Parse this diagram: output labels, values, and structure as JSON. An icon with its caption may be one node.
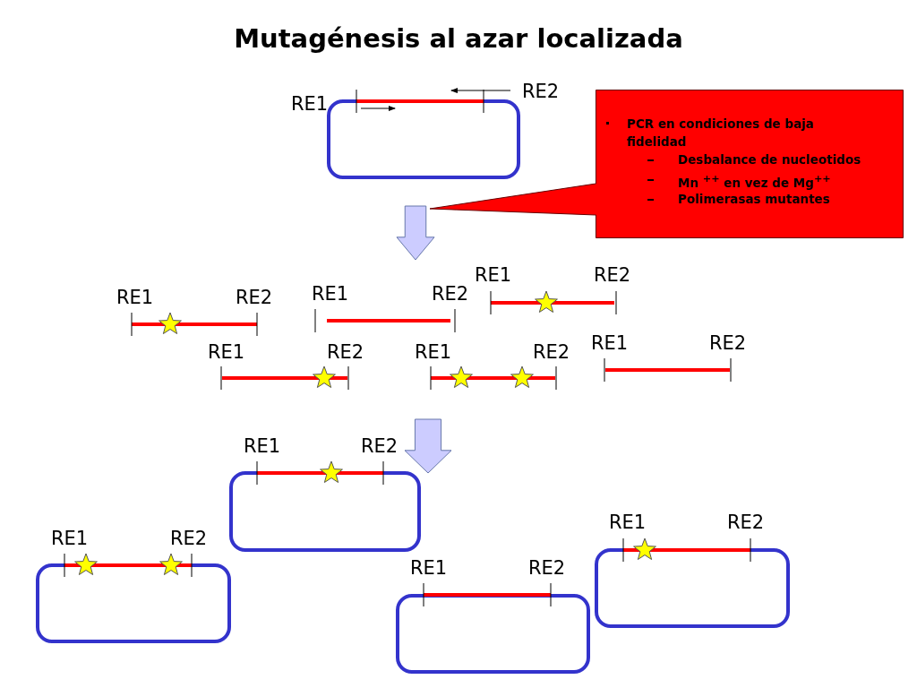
{
  "diagram": {
    "title": "Mutagénesis al azar localizada",
    "nodes": [
      {
        "text": [
          "PCR en condiciones de baja fidelidad",
          "Desbalance de nucleotidos",
          "Mn $^{++}$ en vez de Mg$^{++}$",
          "Polimerasas mutantes"
        ]
      }
    ],
    "edges": [],
    "labels": [
      "RE1",
      "RE2",
      "RE1",
      "RE2",
      "RE1",
      "RE2",
      "RE1",
      "RE2",
      "RE1",
      "RE2",
      "RE1",
      "RE2",
      "RE1",
      "RE2",
      "RE1",
      "RE2",
      "RE1",
      "RE2",
      "RE1",
      "RE2",
      "RE1",
      "RE2"
    ]
  }
}
